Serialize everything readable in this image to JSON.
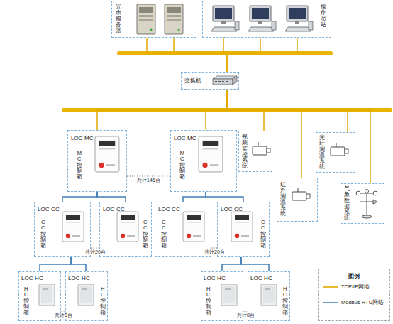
{
  "diagram": {
    "nodes": [
      {
        "text": [
          "冗余服务器"
        ]
      },
      {
        "text": [
          "操作员站"
        ]
      },
      {
        "text": [
          "交换机"
        ]
      },
      {
        "text": [
          "LOC-MC",
          "MC控制箱"
        ]
      },
      {
        "text": [
          "LOC-MC",
          "MC控制箱"
        ]
      },
      {
        "text": [
          "视频监控系统"
        ]
      },
      {
        "text": [
          "光纤测温系统"
        ]
      },
      {
        "text": [
          "红外测温系统"
        ]
      },
      {
        "text": [
          "气象数据系统"
        ]
      },
      {
        "text": [
          "LOC-CC",
          "CC控制箱"
        ]
      },
      {
        "text": [
          "LOC-CC",
          "CC控制箱"
        ]
      },
      {
        "text": [
          "LOC-CC",
          "CC控制箱"
        ]
      },
      {
        "text": [
          "LOC-CC",
          "CC控制箱"
        ]
      },
      {
        "text": [
          "LOC-HC",
          "HC控制箱"
        ]
      },
      {
        "text": [
          "LOC-HC",
          "HC控制箱"
        ]
      },
      {
        "text": [
          "LOC-HC",
          "HC控制箱"
        ]
      },
      {
        "text": [
          "LOC-HC",
          "HC控制箱"
        ]
      }
    ],
    "edges": [
      {
        "from": 0,
        "to": 2,
        "arrow": "none"
      },
      {
        "from": 1,
        "to": 2,
        "arrow": "none"
      },
      {
        "from": 2,
        "to": 3,
        "arrow": "none"
      },
      {
        "from": 2,
        "to": 4,
        "arrow": "none"
      },
      {
        "from": 2,
        "to": 5,
        "arrow": "none"
      },
      {
        "from": 2,
        "to": 6,
        "arrow": "none"
      },
      {
        "from": 2,
        "to": 7,
        "arrow": "none"
      },
      {
        "from": 2,
        "to": 8,
        "arrow": "none"
      },
      {
        "from": 3,
        "to": 4,
        "label": "共计146台",
        "arrow": "none"
      },
      {
        "from": 3,
        "to": 9,
        "arrow": "none"
      },
      {
        "from": 3,
        "to": 10,
        "arrow": "none"
      },
      {
        "from": 4,
        "to": 11,
        "arrow": "none"
      },
      {
        "from": 4,
        "to": 12,
        "arrow": "none"
      },
      {
        "from": 9,
        "to": 10,
        "label": "共计20台",
        "arrow": "none"
      },
      {
        "from": 11,
        "to": 12,
        "label": "共计20台",
        "arrow": "none"
      },
      {
        "from": 9,
        "to": 13,
        "arrow": "none"
      },
      {
        "from": 9,
        "to": 14,
        "arrow": "none"
      },
      {
        "from": 12,
        "to": 15,
        "arrow": "none"
      },
      {
        "from": 12,
        "to": 16,
        "arrow": "none"
      },
      {
        "from": 13,
        "to": 14,
        "label": "共计8台",
        "arrow": "none"
      },
      {
        "from": 15,
        "to": 16,
        "label": "共计8台",
        "arrow": "none"
      }
    ],
    "labels": [
      "图例"
    ],
    "legend": [
      {
        "text": "TCP/IP网络"
      },
      {
        "text": "Modbus RTU网络"
      }
    ]
  }
}
